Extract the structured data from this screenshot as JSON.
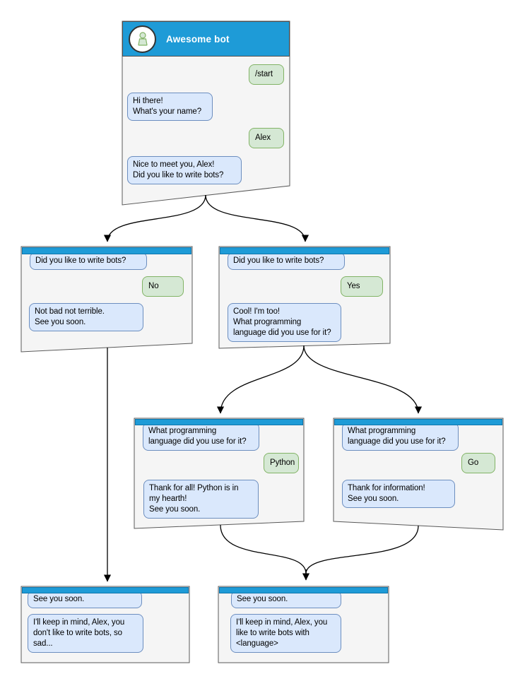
{
  "colors": {
    "accent_blue": "#1E9BD7",
    "bot_bubble_fill": "#DAE8FC",
    "bot_bubble_border": "#6C8EBF",
    "user_bubble_fill": "#D5E8D4",
    "user_bubble_border": "#82B366",
    "window_fill": "#F5F5F5",
    "window_border": "#666666"
  },
  "windows": {
    "main": {
      "title": "Awesome bot",
      "avatar_icon": "person-icon",
      "messages": {
        "start": "/start",
        "ask_name": "Hi there!\nWhat's your name?",
        "name": "Alex",
        "ask_bots": "Nice to meet you, Alex!\nDid you like to write bots?"
      }
    },
    "branch_no": {
      "question": "Did you like to write bots?",
      "answer": "No",
      "reply": "Not bad not terrible.\nSee you soon."
    },
    "branch_yes": {
      "question": "Did you like to write bots?",
      "answer": "Yes",
      "reply": "Cool! I'm too!\nWhat programming\nlanguage did you use for it?"
    },
    "branch_python": {
      "question": "What programming\nlanguage did you use for it?",
      "answer": "Python",
      "reply": "Thank for all! Python is in\nmy hearth!\nSee you soon."
    },
    "branch_go": {
      "question": "What programming\nlanguage did you use for it?",
      "answer": "Go",
      "reply": "Thank for information!\nSee you soon."
    },
    "end_no": {
      "question": "See you soon.",
      "reply": "I'll keep in mind, Alex, you\ndon't like to write bots, so\nsad..."
    },
    "end_yes": {
      "question": "See you soon.",
      "reply": "I'll keep in mind, Alex, you\nlike to write bots with\n<language>"
    }
  }
}
